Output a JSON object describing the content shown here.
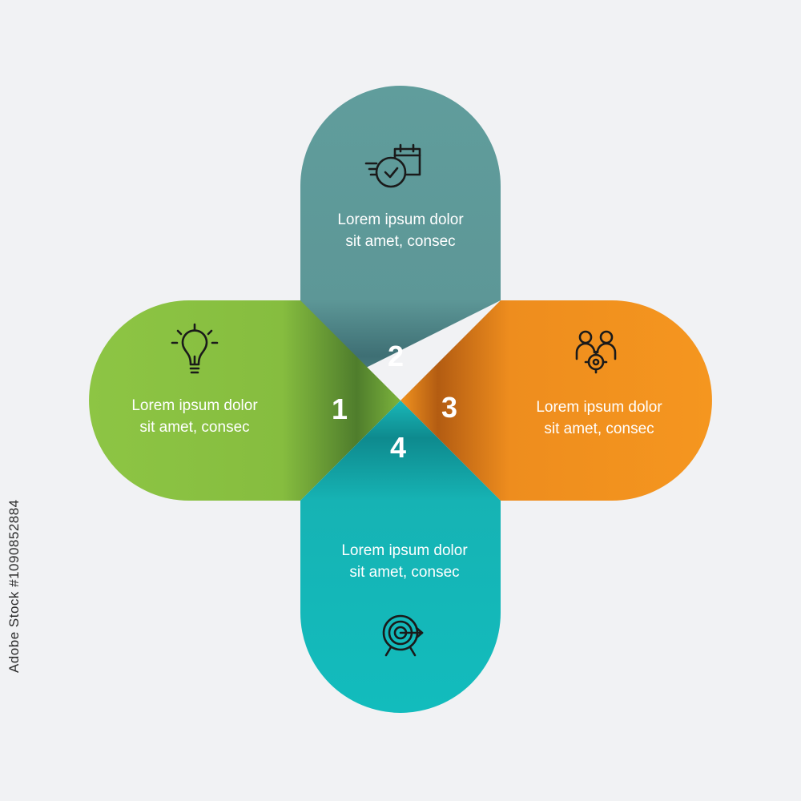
{
  "segments": [
    {
      "number": "1",
      "text_line1": "Lorem ipsum dolor",
      "text_line2": "sit amet, consec",
      "color": "#8bc441",
      "icon": "lightbulb-icon"
    },
    {
      "number": "2",
      "text_line1": "Lorem ipsum dolor",
      "text_line2": "sit amet, consec",
      "color": "#5b9898",
      "icon": "fast-schedule-icon"
    },
    {
      "number": "3",
      "text_line1": "Lorem ipsum dolor",
      "text_line2": "sit amet, consec",
      "color": "#f39322",
      "icon": "teamwork-gear-icon"
    },
    {
      "number": "4",
      "text_line1": "Lorem ipsum dolor",
      "text_line2": "sit amet, consec",
      "color": "#14bcbc",
      "icon": "target-icon"
    }
  ],
  "watermark": {
    "text": "Adobe Stock",
    "image_id": "#1090852884"
  }
}
